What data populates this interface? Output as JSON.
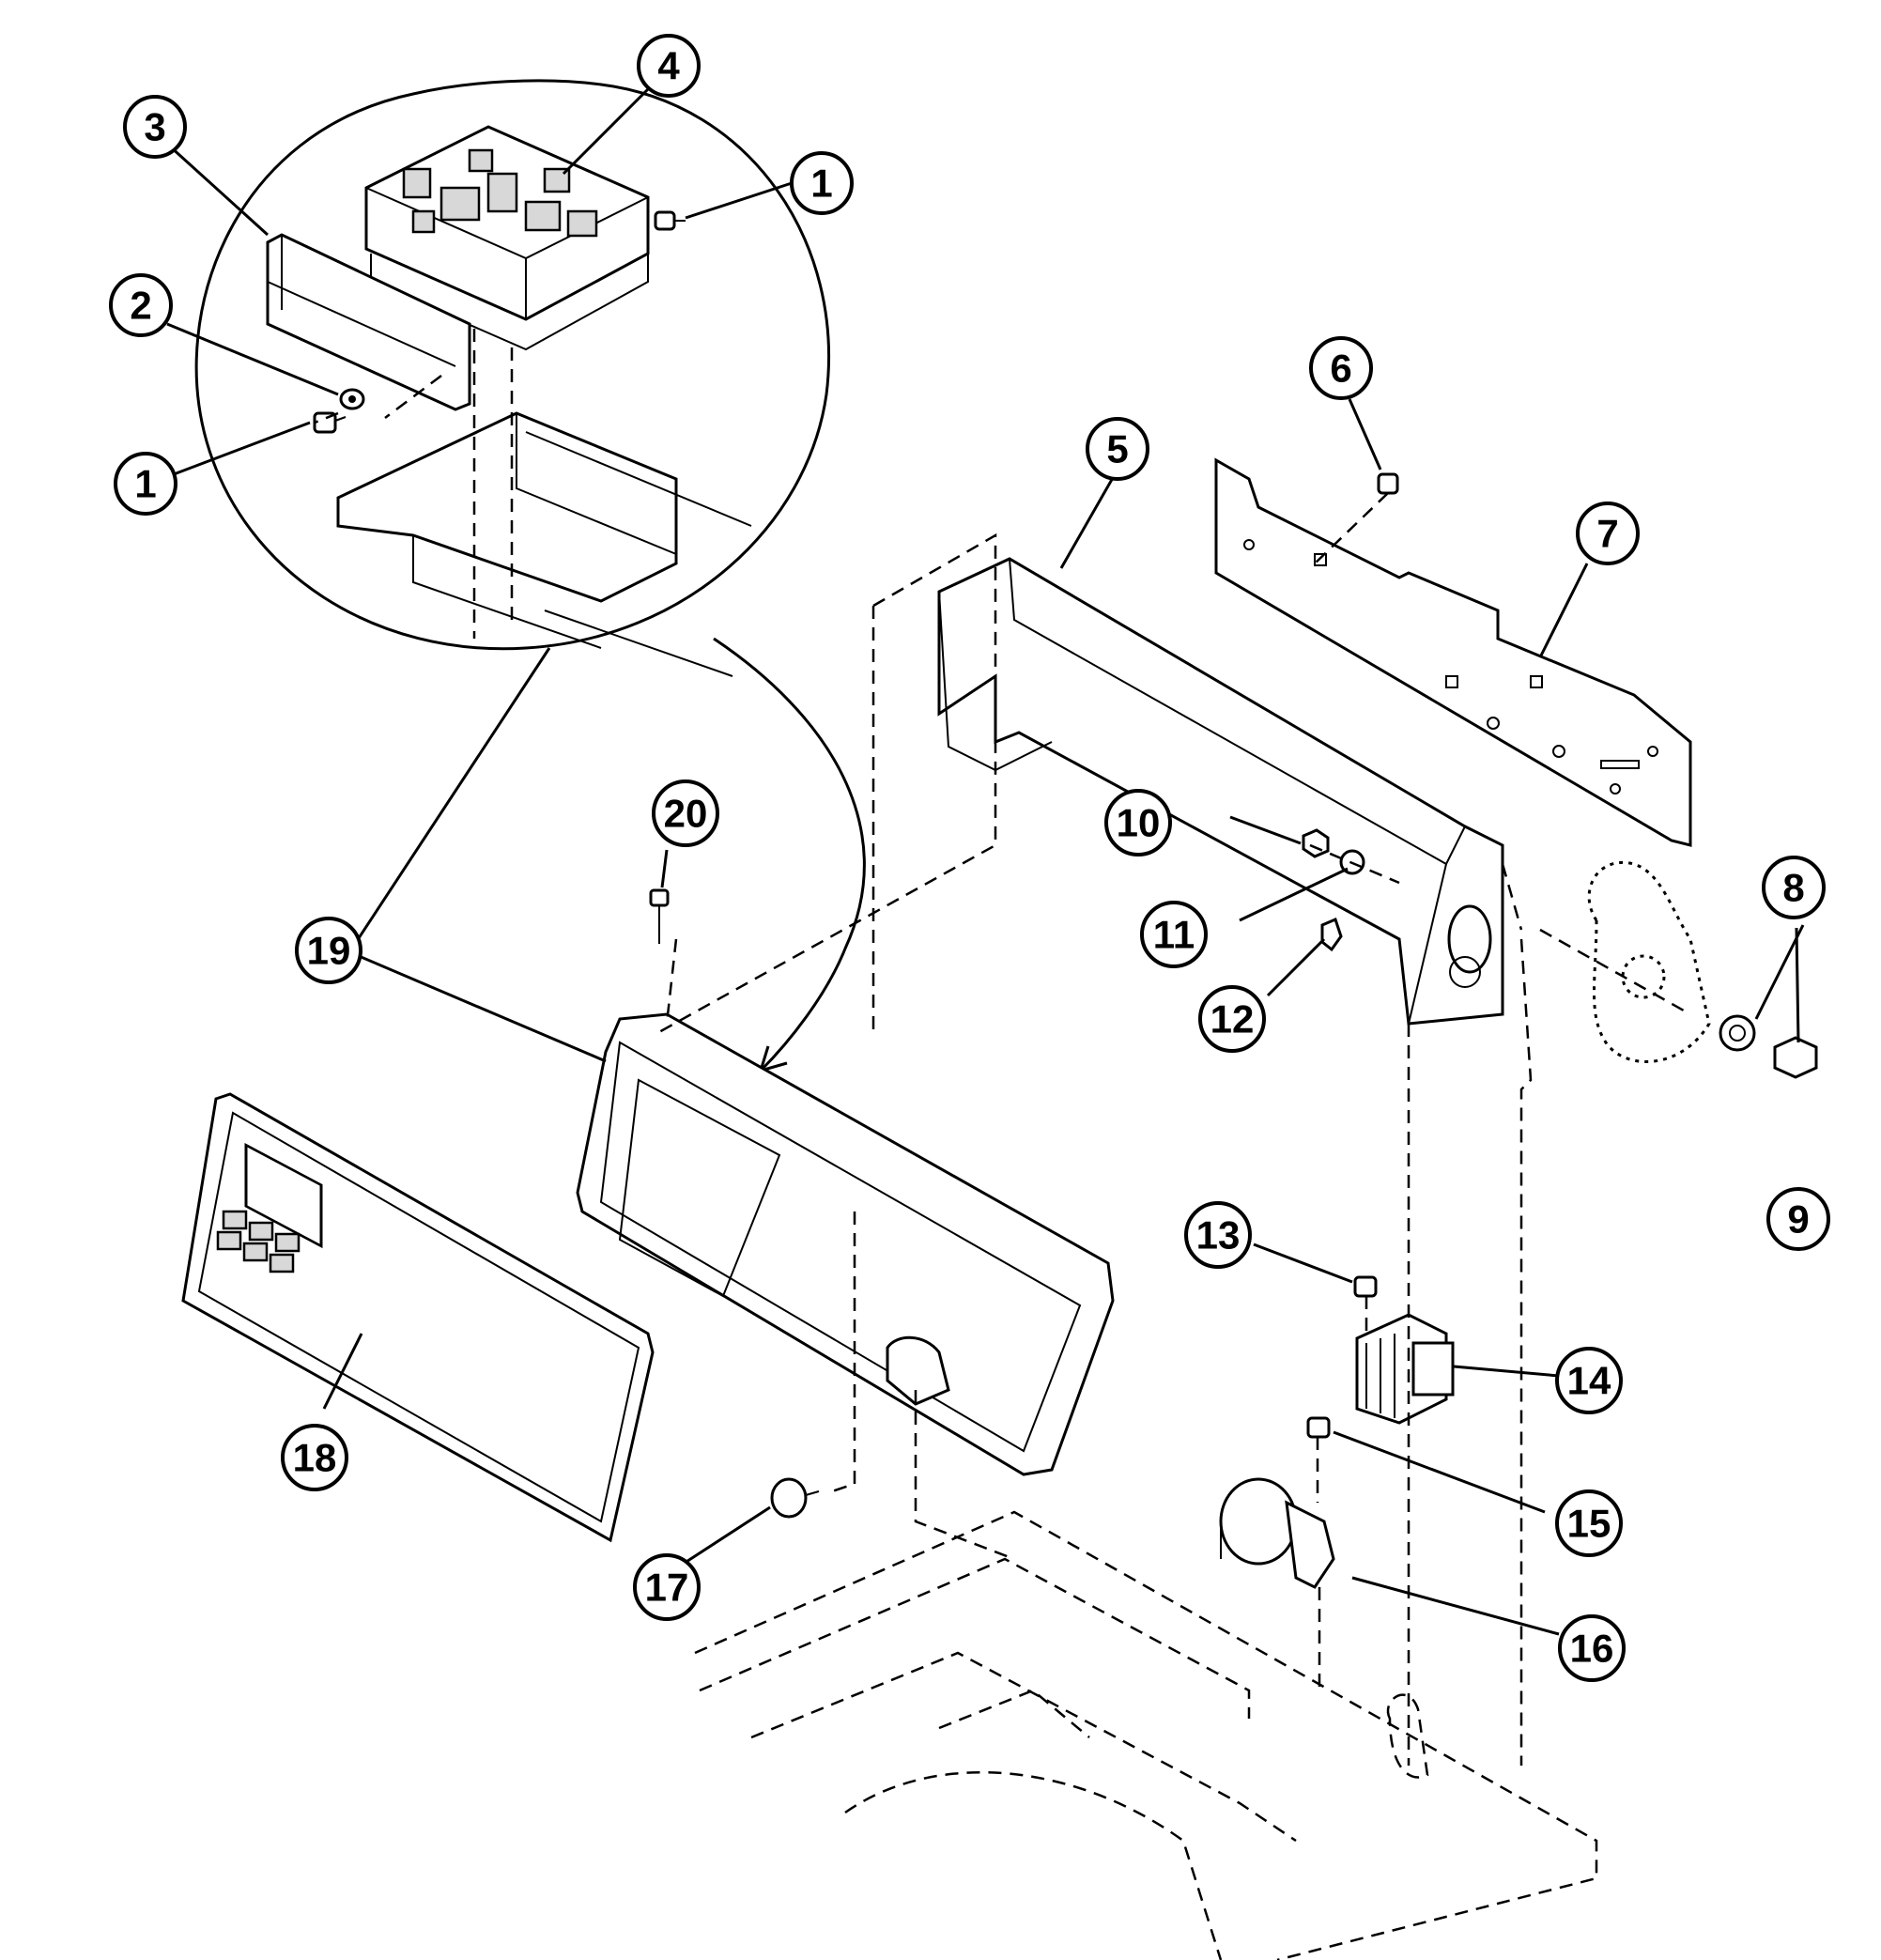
{
  "callouts": [
    {
      "id": "c1a",
      "label": "1"
    },
    {
      "id": "c1b",
      "label": "1"
    },
    {
      "id": "c2",
      "label": "2"
    },
    {
      "id": "c3",
      "label": "3"
    },
    {
      "id": "c4",
      "label": "4"
    },
    {
      "id": "c5",
      "label": "5"
    },
    {
      "id": "c6",
      "label": "6"
    },
    {
      "id": "c7",
      "label": "7"
    },
    {
      "id": "c8",
      "label": "8"
    },
    {
      "id": "c9",
      "label": "9"
    },
    {
      "id": "c10",
      "label": "10"
    },
    {
      "id": "c11",
      "label": "11"
    },
    {
      "id": "c12",
      "label": "12"
    },
    {
      "id": "c13",
      "label": "13"
    },
    {
      "id": "c14",
      "label": "14"
    },
    {
      "id": "c15",
      "label": "15"
    },
    {
      "id": "c16",
      "label": "16"
    },
    {
      "id": "c17",
      "label": "17"
    },
    {
      "id": "c18",
      "label": "18"
    },
    {
      "id": "c19a",
      "label": "19"
    },
    {
      "id": "c20",
      "label": "20"
    }
  ]
}
